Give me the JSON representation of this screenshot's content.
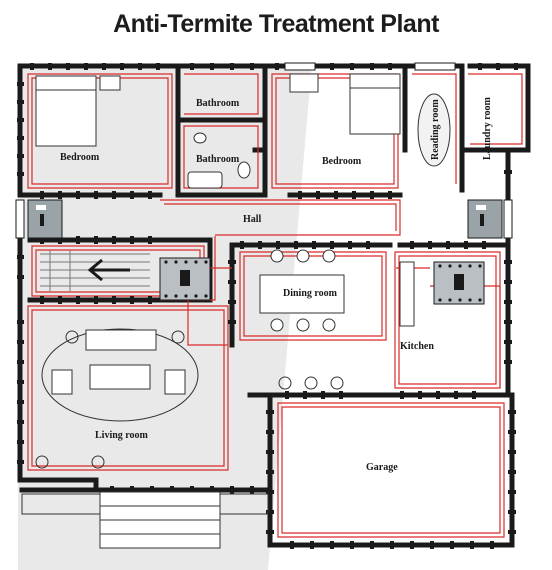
{
  "title": "Anti-Termite Treatment Plant",
  "rooms": {
    "bedroom_left": "Bedroom",
    "bathroom_top": "Bathroom",
    "bathroom_mid": "Bathroom",
    "bedroom_right": "Bedroom",
    "reading_room": "Reading room",
    "laundry_room": "Laundry room",
    "hall": "Hall",
    "dining_room": "Dining room",
    "kitchen": "Kitchen",
    "living_room": "Living room",
    "garage": "Garage"
  },
  "colors": {
    "wall": "#1a1a1a",
    "pipe": "#d92a2a",
    "floor_left": "#e9e9e9",
    "floor_right": "#ffffff",
    "panel": "#9aa3a8",
    "manifold": "#b9bfc3"
  }
}
